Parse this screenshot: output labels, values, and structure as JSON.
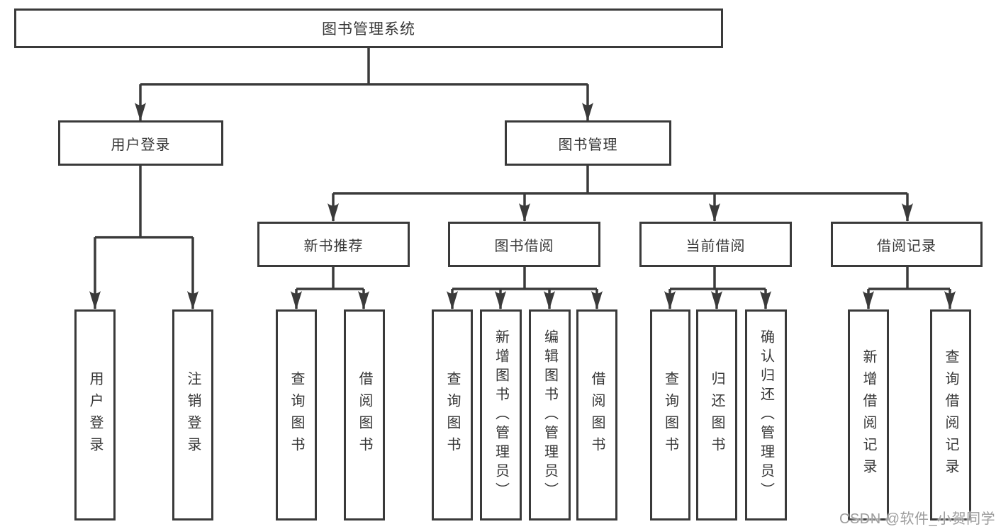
{
  "colors": {
    "line": "#3a3a3a",
    "box_border": "#3a3a3a",
    "text": "#363636",
    "background": "#ffffff",
    "watermark": "#9c9c9c"
  },
  "watermark": {
    "text": "CSDN @软件_小贺同学"
  },
  "tree": {
    "root": {
      "label": "图书管理系统"
    },
    "level1": [
      {
        "label": "用户登录"
      },
      {
        "label": "图书管理"
      }
    ],
    "level2": [
      {
        "label": "新书推荐"
      },
      {
        "label": "图书借阅"
      },
      {
        "label": "当前借阅"
      },
      {
        "label": "借阅记录"
      }
    ],
    "leaves": {
      "user_login": [
        {
          "label": "用户登录"
        },
        {
          "label": "注销登录"
        }
      ],
      "new_books": [
        {
          "label": "查询图书"
        },
        {
          "label": "借阅图书"
        }
      ],
      "book_borrow": [
        {
          "label": "查询图书"
        },
        {
          "label": "新增图书（管理员）"
        },
        {
          "label": "编辑图书（管理员）"
        },
        {
          "label": "借阅图书"
        }
      ],
      "current_borrow": [
        {
          "label": "查询图书"
        },
        {
          "label": "归还图书"
        },
        {
          "label": "确认归还（管理员）"
        }
      ],
      "borrow_records": [
        {
          "label": "新增借阅记录"
        },
        {
          "label": "查询借阅记录"
        }
      ]
    }
  }
}
